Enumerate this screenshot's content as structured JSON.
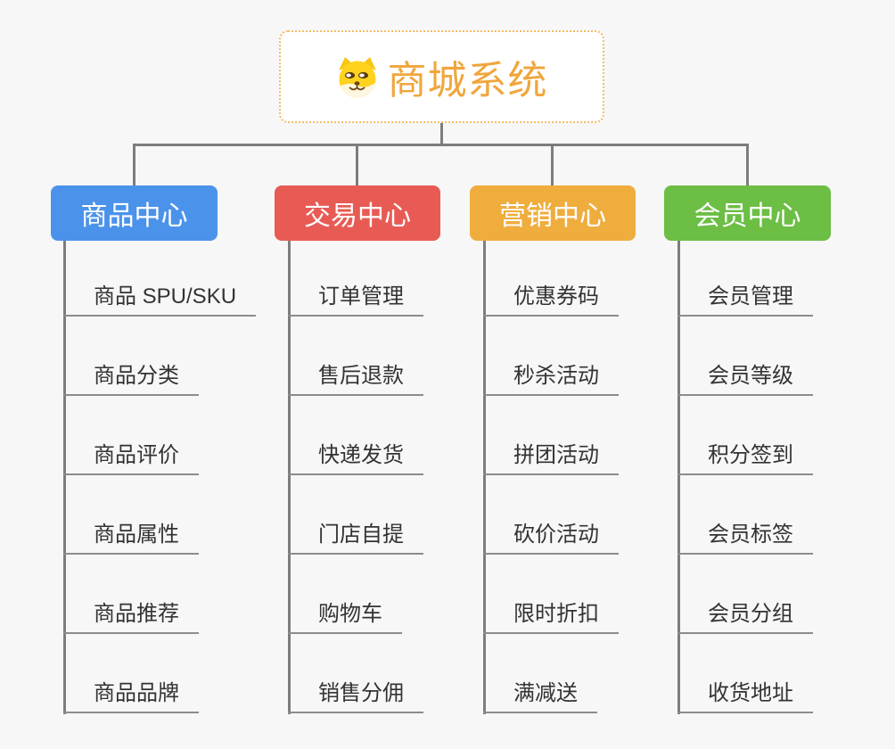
{
  "root": {
    "title": "商城系统",
    "icon": "shiba-dog-icon",
    "accent_color": "#F0A63C",
    "border_color": "#F3BB63"
  },
  "branches": [
    {
      "label": "商品中心",
      "color": "#4B93EA",
      "children": [
        "商品 SPU/SKU",
        "商品分类",
        "商品评价",
        "商品属性",
        "商品推荐",
        "商品品牌"
      ]
    },
    {
      "label": "交易中心",
      "color": "#E85B55",
      "children": [
        "订单管理",
        "售后退款",
        "快递发货",
        "门店自提",
        "购物车",
        "销售分佣"
      ]
    },
    {
      "label": "营销中心",
      "color": "#EFAD3E",
      "children": [
        "优惠券码",
        "秒杀活动",
        "拼团活动",
        "砍价活动",
        "限时折扣",
        "满减送"
      ]
    },
    {
      "label": "会员中心",
      "color": "#6CBE45",
      "children": [
        "会员管理",
        "会员等级",
        "积分签到",
        "会员标签",
        "会员分组",
        "收货地址"
      ]
    }
  ],
  "colors": {
    "background": "#F7F7F7",
    "connector_line": "#7D7D7D",
    "leaf_underline": "#8C8C8C",
    "leaf_text": "#333333"
  }
}
